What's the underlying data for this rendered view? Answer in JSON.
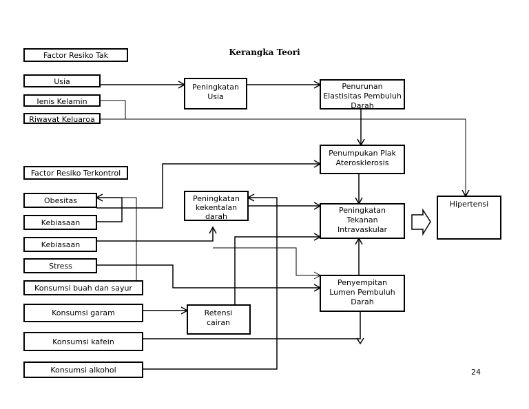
{
  "title": "Kerangka Teori",
  "page_number": "24",
  "left": {
    "factor_tak": "Factor Resiko Tak",
    "usia": "Usia",
    "jenis_kelamin": "Ienis Kelamin",
    "riwayat": "Riwavat Keluaroa",
    "factor_terkontrol": "Factor Resiko Terkontrol",
    "obesitas": "Obesitas",
    "kebiasaan1": "Kebiasaan",
    "kebiasaan2": "Kebiasaan",
    "stress": "Stress",
    "buah": "Konsumsi buah dan sayur",
    "garam": "Konsumsi garam",
    "kafein": "Konsumsi kafein",
    "alkohol": "Konsumsi alkohol"
  },
  "middle": {
    "usia_l1": "Peningkatan",
    "usia_l2": "Usia",
    "kek_l1": "Peningkatan",
    "kek_l2": "kekentalan",
    "kek_l3": "darah",
    "ret_l1": "Retensi",
    "ret_l2": "cairan"
  },
  "right": {
    "pen_l1": "Penurunan",
    "pen_l2": "Elastisitas Pembuluh",
    "pen_l3": "Darah",
    "plak_l1": "Penumpukan Plak",
    "plak_l2": "Aterosklerosis",
    "tek_l1": "Peningkatan",
    "tek_l2": "Tekanan",
    "tek_l3": "Intravaskular",
    "sem_l1": "Penyempitan",
    "sem_l2": "Lumen Pembuluh",
    "sem_l3": "Darah",
    "hipertensi": "Hipertensi"
  }
}
